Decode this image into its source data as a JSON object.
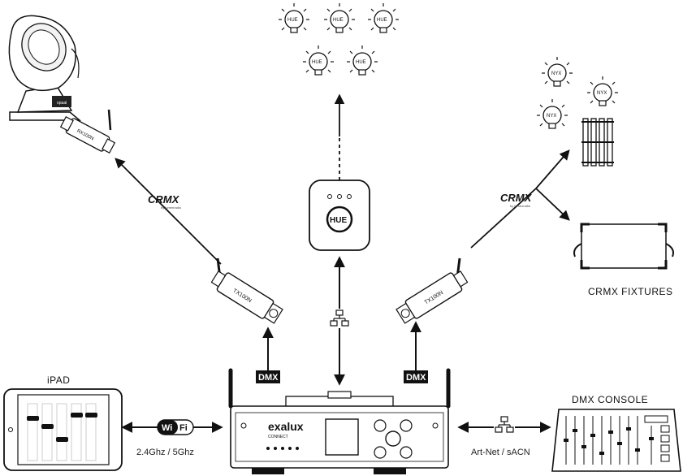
{
  "devices": {
    "ipad_label": "iPAD",
    "hue_bridge_label": "HUE",
    "hub_brand": "exalux",
    "hub_sub": "CONNECT",
    "dmx_console_label": "DMX CONSOLE",
    "crmx_fixtures_label": "CRMX FIXTURES",
    "tx_left_label": "TX100N",
    "tx_right_label": "TX100N",
    "rx_moving_head_label": "RX100N"
  },
  "protocols": {
    "crmx": "CRMX",
    "crmx_sub": "by lumenradio",
    "dmx": "DMX",
    "wifi_w": "Wi",
    "wifi_fi": "Fi",
    "wifi_freq": "2.4Ghz / 5Ghz",
    "artnet": "Art-Net / sACN"
  },
  "bulbs": {
    "hue": "HUE",
    "nyx": "NYX"
  },
  "colors": {
    "line": "#111111",
    "background": "#ffffff"
  }
}
